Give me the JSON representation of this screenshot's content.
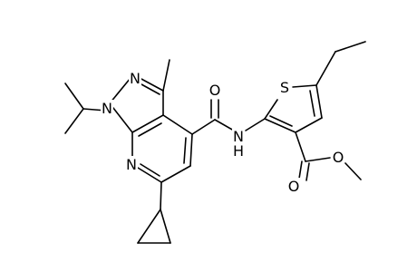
{
  "atoms": {
    "n1": "N",
    "n2": "N",
    "n7": "N",
    "o_amide": "O",
    "nh": "N",
    "h": "H",
    "s": "S",
    "o_carbonyl": "O",
    "o_ester": "O"
  },
  "colors": {
    "bond": "#000000",
    "label": "#000000",
    "background": "#ffffff"
  }
}
